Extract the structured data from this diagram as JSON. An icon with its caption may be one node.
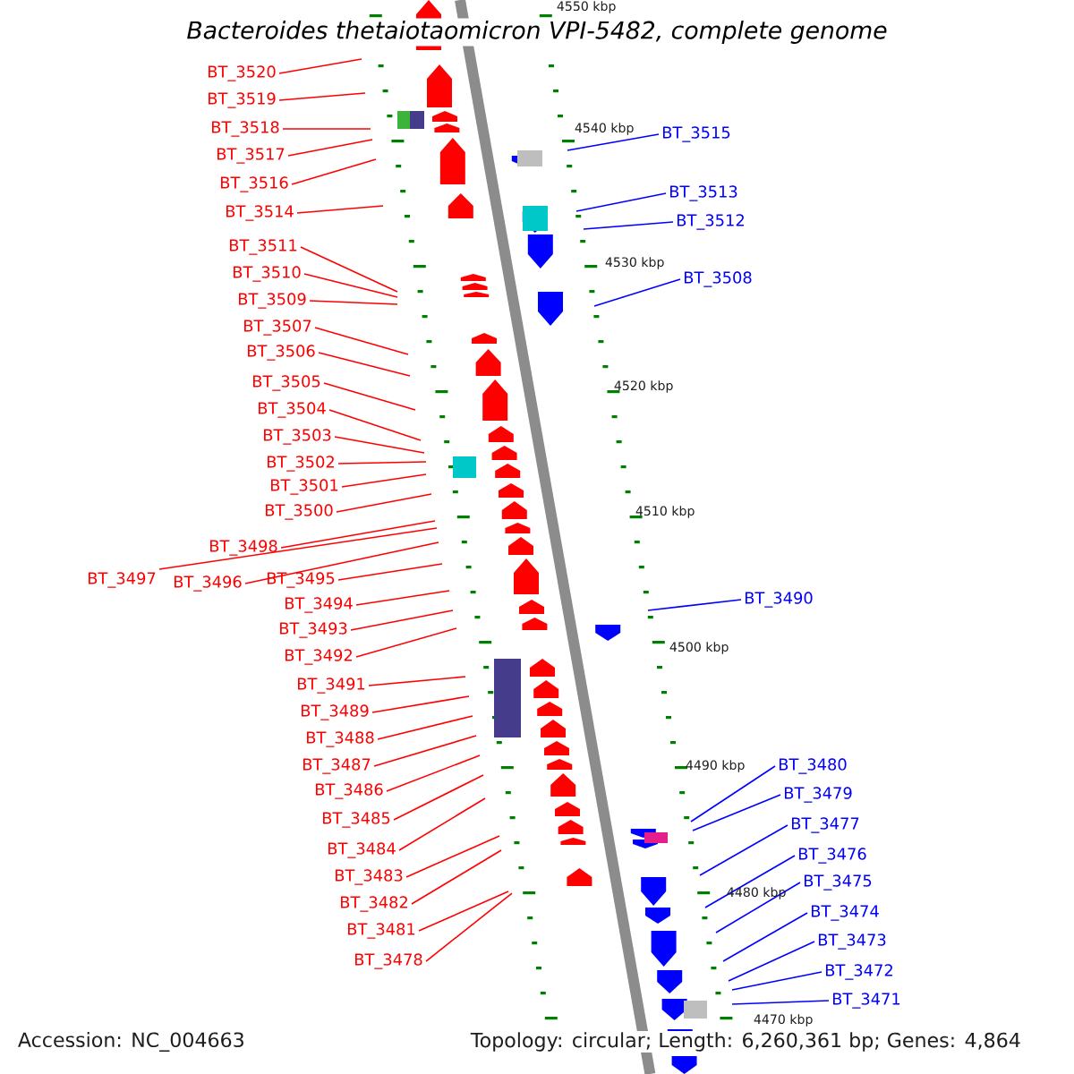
{
  "diagram": {
    "title": "Bacteroides thetaiotaomicron VPI-5482, complete genome",
    "nodes": [
      {
        "text": [
          "BT_3520"
        ]
      },
      {
        "text": [
          "BT_3519"
        ]
      },
      {
        "text": [
          "BT_3518"
        ]
      },
      {
        "text": [
          "BT_3517"
        ]
      },
      {
        "text": [
          "BT_3516"
        ]
      },
      {
        "text": [
          "BT_3514"
        ]
      },
      {
        "text": [
          "BT_3511"
        ]
      },
      {
        "text": [
          "BT_3510"
        ]
      },
      {
        "text": [
          "BT_3509"
        ]
      },
      {
        "text": [
          "BT_3507"
        ]
      },
      {
        "text": [
          "BT_3506"
        ]
      },
      {
        "text": [
          "BT_3505"
        ]
      },
      {
        "text": [
          "BT_3504"
        ]
      },
      {
        "text": [
          "BT_3503"
        ]
      },
      {
        "text": [
          "BT_3502"
        ]
      },
      {
        "text": [
          "BT_3501"
        ]
      },
      {
        "text": [
          "BT_3500"
        ]
      },
      {
        "text": [
          "BT_3498"
        ]
      },
      {
        "text": [
          "BT_3497"
        ]
      },
      {
        "text": [
          "BT_3496"
        ]
      },
      {
        "text": [
          "BT_3495"
        ]
      },
      {
        "text": [
          "BT_3494"
        ]
      },
      {
        "text": [
          "BT_3493"
        ]
      },
      {
        "text": [
          "BT_3492"
        ]
      },
      {
        "text": [
          "BT_3491"
        ]
      },
      {
        "text": [
          "BT_3489"
        ]
      },
      {
        "text": [
          "BT_3488"
        ]
      },
      {
        "text": [
          "BT_3487"
        ]
      },
      {
        "text": [
          "BT_3486"
        ]
      },
      {
        "text": [
          "BT_3485"
        ]
      },
      {
        "text": [
          "BT_3484"
        ]
      },
      {
        "text": [
          "BT_3483"
        ]
      },
      {
        "text": [
          "BT_3482"
        ]
      },
      {
        "text": [
          "BT_3481"
        ]
      },
      {
        "text": [
          "BT_3478"
        ]
      },
      {
        "text": [
          "BT_3515"
        ]
      },
      {
        "text": [
          "BT_3513"
        ]
      },
      {
        "text": [
          "BT_3512"
        ]
      },
      {
        "text": [
          "BT_3508"
        ]
      },
      {
        "text": [
          "BT_3490"
        ]
      },
      {
        "text": [
          "BT_3480"
        ]
      },
      {
        "text": [
          "BT_3479"
        ]
      },
      {
        "text": [
          "BT_3477"
        ]
      },
      {
        "text": [
          "BT_3476"
        ]
      },
      {
        "text": [
          "BT_3475"
        ]
      },
      {
        "text": [
          "BT_3474"
        ]
      },
      {
        "text": [
          "BT_3473"
        ]
      },
      {
        "text": [
          "BT_3472"
        ]
      },
      {
        "text": [
          "BT_3471"
        ]
      }
    ],
    "edges": [
      {
        "from": 0,
        "to": null,
        "arrow": "none"
      },
      {
        "from": 1,
        "to": null,
        "arrow": "none"
      },
      {
        "from": 2,
        "to": null,
        "arrow": "none"
      },
      {
        "from": 3,
        "to": null,
        "arrow": "none"
      },
      {
        "from": 4,
        "to": null,
        "arrow": "none"
      },
      {
        "from": 5,
        "to": null,
        "arrow": "none"
      },
      {
        "from": 6,
        "to": null,
        "arrow": "none"
      },
      {
        "from": 7,
        "to": null,
        "arrow": "none"
      },
      {
        "from": 8,
        "to": null,
        "arrow": "none"
      },
      {
        "from": 9,
        "to": null,
        "arrow": "none"
      },
      {
        "from": 10,
        "to": null,
        "arrow": "none"
      },
      {
        "from": 11,
        "to": null,
        "arrow": "none"
      },
      {
        "from": 12,
        "to": null,
        "arrow": "none"
      },
      {
        "from": 13,
        "to": null,
        "arrow": "none"
      },
      {
        "from": 14,
        "to": null,
        "arrow": "none"
      },
      {
        "from": 15,
        "to": null,
        "arrow": "none"
      },
      {
        "from": 16,
        "to": null,
        "arrow": "none"
      },
      {
        "from": 17,
        "to": null,
        "arrow": "none"
      },
      {
        "from": 18,
        "to": null,
        "arrow": "none"
      },
      {
        "from": 19,
        "to": null,
        "arrow": "none"
      },
      {
        "from": 20,
        "to": null,
        "arrow": "none"
      },
      {
        "from": 21,
        "to": null,
        "arrow": "none"
      },
      {
        "from": 22,
        "to": null,
        "arrow": "none"
      },
      {
        "from": 23,
        "to": null,
        "arrow": "none"
      },
      {
        "from": 24,
        "to": null,
        "arrow": "none"
      },
      {
        "from": 25,
        "to": null,
        "arrow": "none"
      },
      {
        "from": 26,
        "to": null,
        "arrow": "none"
      },
      {
        "from": 27,
        "to": null,
        "arrow": "none"
      },
      {
        "from": 28,
        "to": null,
        "arrow": "none"
      },
      {
        "from": 29,
        "to": null,
        "arrow": "none"
      },
      {
        "from": 30,
        "to": null,
        "arrow": "none"
      },
      {
        "from": 31,
        "to": null,
        "arrow": "none"
      },
      {
        "from": 32,
        "to": null,
        "arrow": "none"
      },
      {
        "from": 33,
        "to": null,
        "arrow": "none"
      },
      {
        "from": 34,
        "to": null,
        "arrow": "none"
      },
      {
        "from": 35,
        "to": null,
        "arrow": "none",
        "color": "#0000ff"
      },
      {
        "from": 36,
        "to": null,
        "arrow": "none",
        "color": "#0000ff"
      },
      {
        "from": 37,
        "to": null,
        "arrow": "none",
        "color": "#0000ff"
      },
      {
        "from": 38,
        "to": null,
        "arrow": "none",
        "color": "#0000ff"
      },
      {
        "from": 39,
        "to": null,
        "arrow": "none",
        "color": "#0000ff"
      },
      {
        "from": 40,
        "to": null,
        "arrow": "none",
        "color": "#0000ff"
      },
      {
        "from": 41,
        "to": null,
        "arrow": "none",
        "color": "#0000ff"
      },
      {
        "from": 42,
        "to": null,
        "arrow": "none",
        "color": "#0000ff"
      },
      {
        "from": 43,
        "to": null,
        "arrow": "none",
        "color": "#0000ff"
      },
      {
        "from": 44,
        "to": null,
        "arrow": "none",
        "color": "#0000ff"
      },
      {
        "from": 45,
        "to": null,
        "arrow": "none",
        "color": "#0000ff"
      },
      {
        "from": 46,
        "to": null,
        "arrow": "none",
        "color": "#0000ff"
      },
      {
        "from": 47,
        "to": null,
        "arrow": "none",
        "color": "#0000ff"
      },
      {
        "from": 48,
        "to": null,
        "arrow": "none",
        "color": "#0000ff"
      }
    ],
    "labels": [
      "4550 kbp",
      "4540 kbp",
      "4530 kbp",
      "4520 kbp",
      "4510 kbp",
      "4500 kbp",
      "4490 kbp",
      "4480 kbp",
      "4470 kbp",
      "Accession: NC_004663",
      "Topology: circular; Length: 6,260,361 bp; Genes: 4,864"
    ]
  }
}
